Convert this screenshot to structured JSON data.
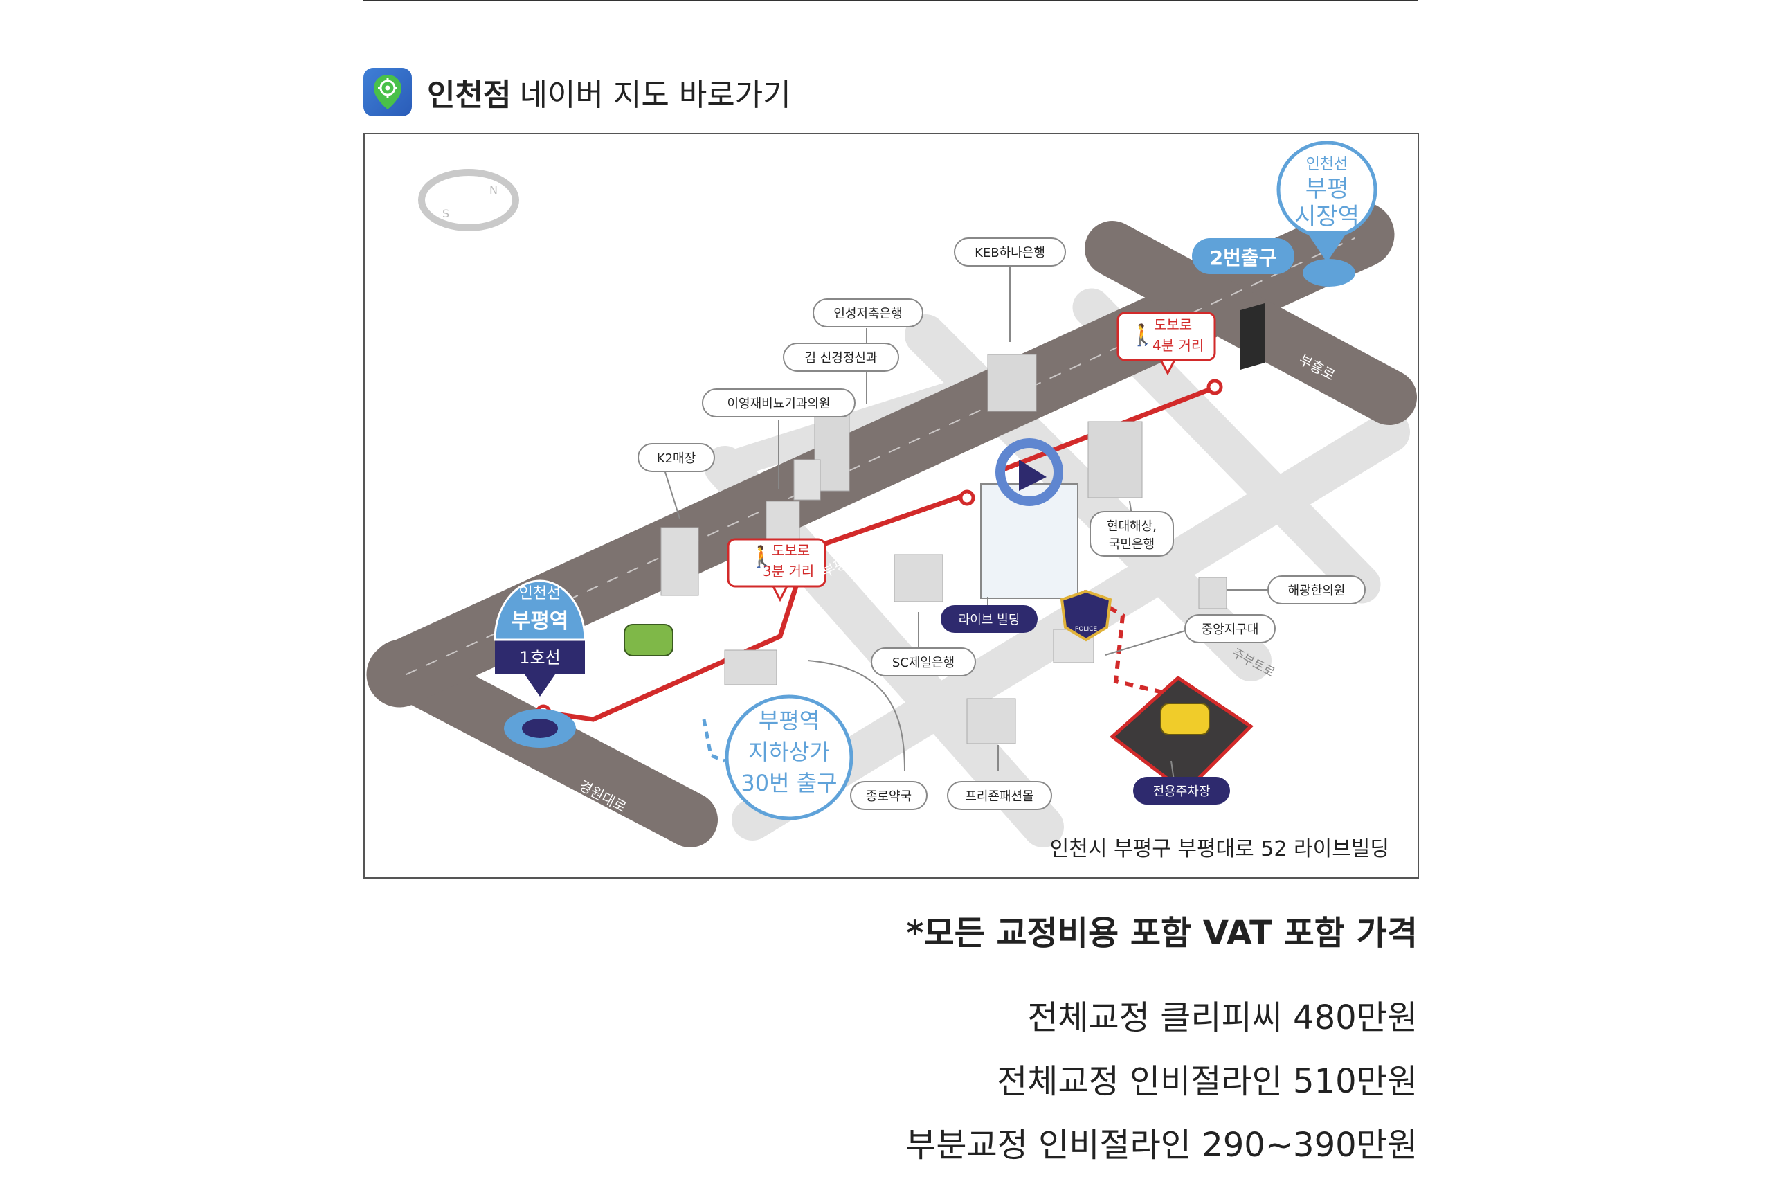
{
  "header": {
    "branch": "인천점",
    "link_text": "네이버 지도 바로가기"
  },
  "map": {
    "address": "인천시 부평구 부평대로 52 라이브빌딩",
    "stations": {
      "main": {
        "line": "인천선",
        "name": "부평역",
        "sub": "1호선"
      },
      "market": {
        "line": "인천선",
        "name1": "부평",
        "name2": "시장역",
        "exit": "2번출구"
      },
      "underground": {
        "line1": "부평역",
        "line2": "지하상가",
        "line3": "30번 출구"
      }
    },
    "walk": {
      "a": {
        "l1": "도보로",
        "l2": "3분 거리"
      },
      "b": {
        "l1": "도보로",
        "l2": "4분 거리"
      }
    },
    "roads": {
      "main": "부평대로",
      "cross_left": "경원대로",
      "cross_right": "부흥로",
      "side": "주부토로"
    },
    "labels": {
      "keb": "KEB하나은행",
      "isung": "인성저축은행",
      "kim": "김 신경정신과",
      "lee": "이영재비뇨기과의원",
      "k2": "K2매장",
      "hyundai_1": "현대해상,",
      "hyundai_2": "국민은행",
      "live": "라이브 빌딩",
      "sc": "SC제일은행",
      "haegwang": "해광한의원",
      "police": "중앙지구대",
      "jongro": "종로약국",
      "premium": "프리죤패션몰",
      "parking": "전용주차장",
      "police_badge": "POLICE"
    }
  },
  "pricing": {
    "note": "*모든 교정비용 포함 VAT 포함 가격",
    "lines": [
      "전체교정 클리피씨 480만원",
      "전체교정 인비절라인 510만원",
      "부분교정 인비절라인 290~390만원"
    ]
  },
  "colors": {
    "road": "#7d7370",
    "route": "#d22a2a",
    "station_blue": "#5fa2d9",
    "label_dark": "#2e2a6e"
  }
}
